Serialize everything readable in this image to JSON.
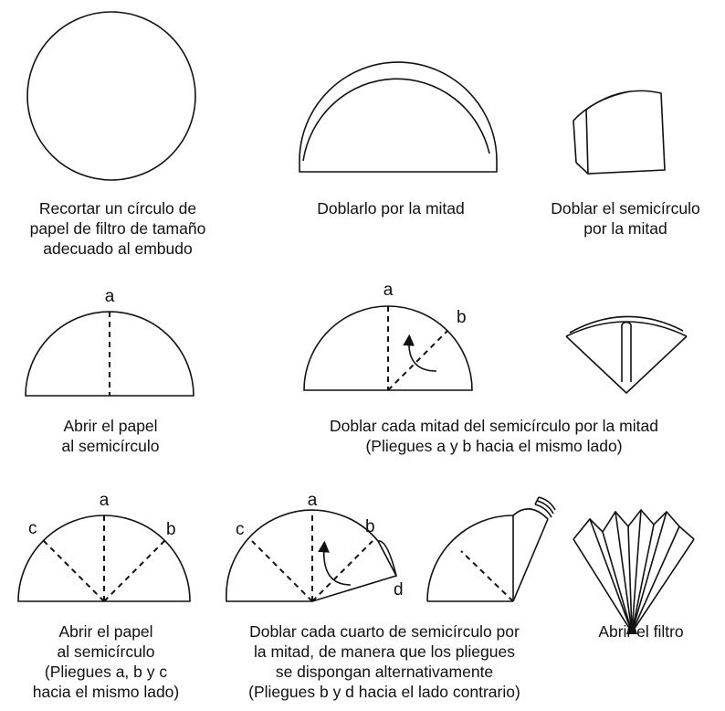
{
  "steps": [
    {
      "id": "cut_circle",
      "caption": [
        "Recortar un círculo de",
        "papel de filtro de tamaño",
        "adecuado al embudo"
      ]
    },
    {
      "id": "fold_half",
      "caption": [
        "Doblarlo por la mitad"
      ]
    },
    {
      "id": "fold_semicircle",
      "caption": [
        "Doblar el semicírculo",
        "por la mitad"
      ]
    },
    {
      "id": "open_semicircle_1",
      "caption": [
        "Abrir el papel",
        "al semicírculo"
      ],
      "labels": {
        "a": "a"
      }
    },
    {
      "id": "fold_each_half",
      "caption": [
        "Doblar cada mitad del semicírculo por la mitad",
        "(Pliegues a y b hacia el mismo lado)"
      ],
      "labels": {
        "a": "a",
        "b": "b"
      }
    },
    {
      "id": "open_semicircle_2",
      "caption": [
        "Abrir el papel",
        "al semicírculo",
        "(Pliegues a, b y c",
        "hacia el mismo lado)"
      ],
      "labels": {
        "a": "a",
        "b": "b",
        "c": "c"
      }
    },
    {
      "id": "fold_each_quarter",
      "caption": [
        "Doblar cada cuarto de semicírculo por",
        "la mitad, de manera que los pliegues",
        "se dispongan alternativamente",
        "(Pliegues b y d hacia el lado contrario)"
      ],
      "labels": {
        "a": "a",
        "b": "b",
        "c": "c",
        "d": "d"
      }
    },
    {
      "id": "open_filter",
      "caption": [
        "Abrir el filtro"
      ]
    }
  ]
}
